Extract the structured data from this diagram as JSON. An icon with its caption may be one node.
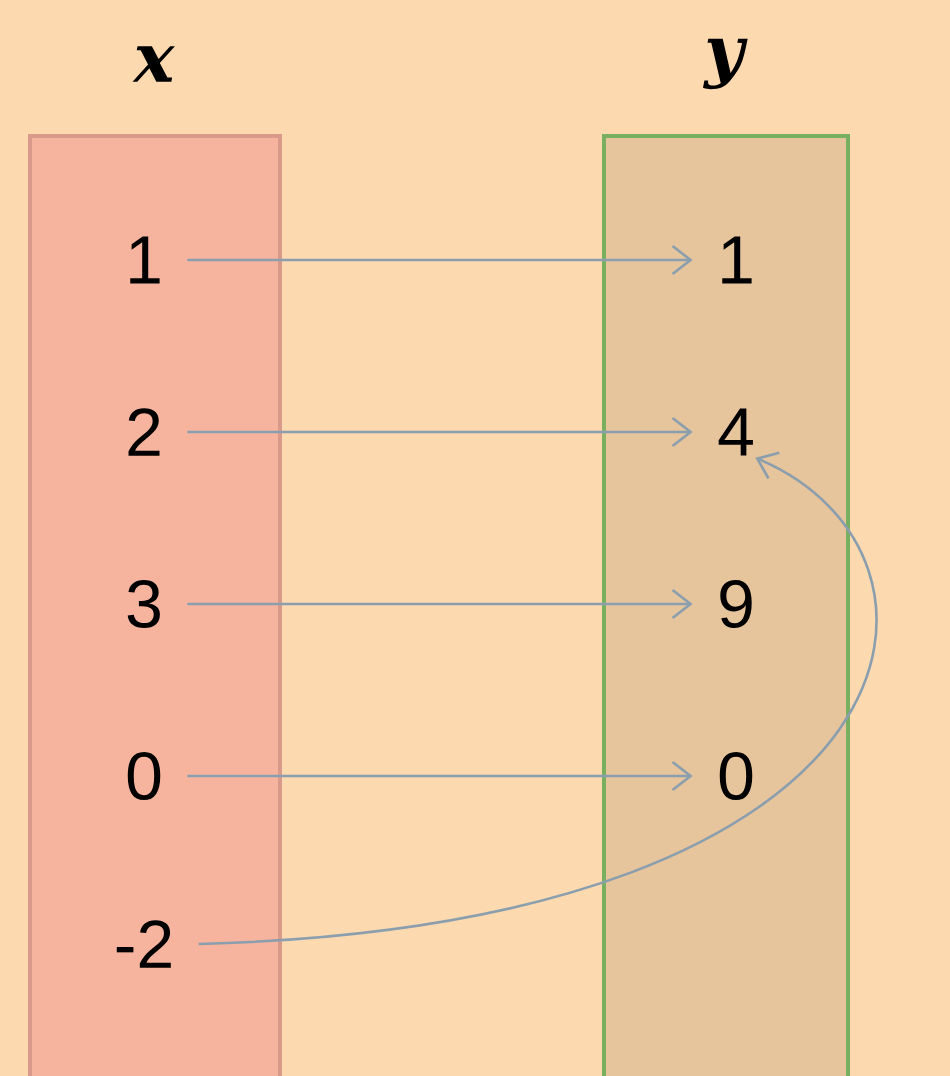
{
  "diagram": {
    "nodes": [
      {
        "text": [
          "x"
        ]
      },
      {
        "text": [
          "y"
        ]
      },
      {
        "text": [
          "1"
        ],
        "in": 0
      },
      {
        "text": [
          "2"
        ],
        "in": 0
      },
      {
        "text": [
          "3"
        ],
        "in": 0
      },
      {
        "text": [
          "0"
        ],
        "in": 0
      },
      {
        "text": [
          "-2"
        ],
        "in": 0
      },
      {
        "text": [
          "1"
        ],
        "in": 1
      },
      {
        "text": [
          "4"
        ],
        "in": 1
      },
      {
        "text": [
          "9"
        ],
        "in": 1
      },
      {
        "text": [
          "0"
        ],
        "in": 1
      }
    ],
    "edges": [
      {
        "from": 2,
        "to": 7,
        "arrow": "to"
      },
      {
        "from": 3,
        "to": 8,
        "arrow": "to"
      },
      {
        "from": 4,
        "to": 9,
        "arrow": "to"
      },
      {
        "from": 5,
        "to": 10,
        "arrow": "to"
      },
      {
        "from": 6,
        "to": 8,
        "arrow": "to"
      }
    ]
  }
}
